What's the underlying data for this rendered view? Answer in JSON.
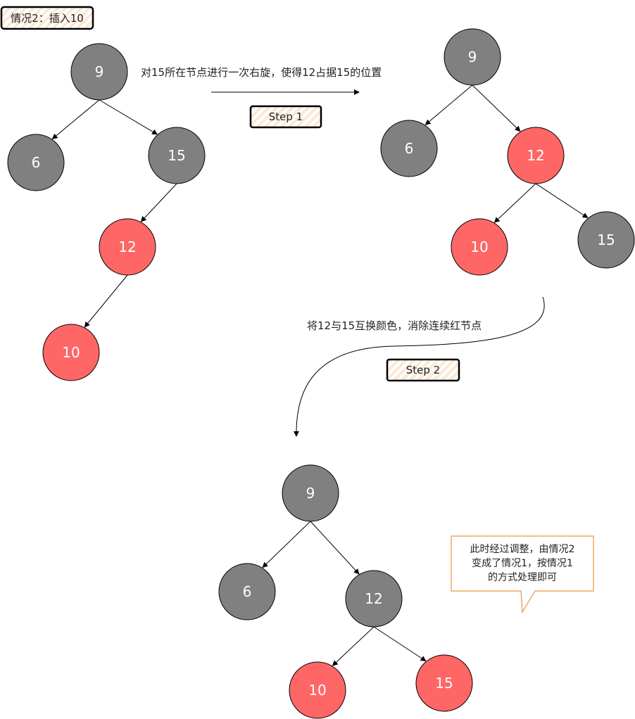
{
  "title": "情况2：插入10",
  "step1": {
    "label": "Step 1",
    "description": "对15所在节点进行一次右旋，使得12占据15的位置"
  },
  "step2": {
    "label": "Step 2",
    "description": "将12与15互换颜色，消除连续红节点"
  },
  "callout": [
    "此时经过调整，由情况2",
    "变成了情况1，按情况1",
    "的方式处理即可"
  ],
  "colors": {
    "black_node": "#808080",
    "red_node": "#FF6666",
    "tag_fill": "#FCE9D4",
    "callout_border": "#F0A860"
  },
  "trees": [
    {
      "nodes": [
        {
          "value": "9",
          "color": "black"
        },
        {
          "value": "6",
          "color": "black"
        },
        {
          "value": "15",
          "color": "black"
        },
        {
          "value": "12",
          "color": "red"
        },
        {
          "value": "10",
          "color": "red"
        }
      ]
    },
    {
      "nodes": [
        {
          "value": "9",
          "color": "black"
        },
        {
          "value": "6",
          "color": "black"
        },
        {
          "value": "12",
          "color": "red"
        },
        {
          "value": "10",
          "color": "red"
        },
        {
          "value": "15",
          "color": "black"
        }
      ]
    },
    {
      "nodes": [
        {
          "value": "9",
          "color": "black"
        },
        {
          "value": "6",
          "color": "black"
        },
        {
          "value": "12",
          "color": "black"
        },
        {
          "value": "10",
          "color": "red"
        },
        {
          "value": "15",
          "color": "red"
        }
      ]
    }
  ]
}
